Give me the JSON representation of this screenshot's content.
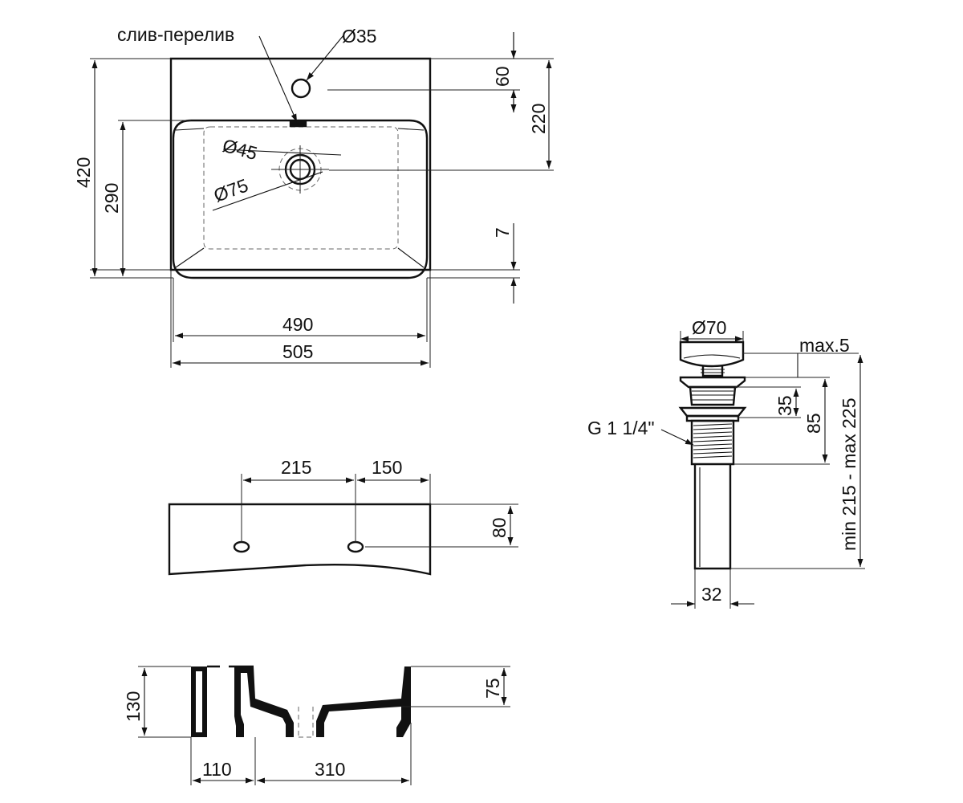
{
  "top_view": {
    "overflow_label": "слив-перелив",
    "tap_hole_diameter": "Ø35",
    "tap_hole_offset": "60",
    "drain_offset": "220",
    "overall_depth": "420",
    "bowl_depth": "290",
    "drain_inner_diameter": "Ø45",
    "drain_outer_diameter": "Ø75",
    "rim_offset": "7",
    "bowl_width": "490",
    "overall_width": "505"
  },
  "front_view": {
    "hole_spacing": "215",
    "hole_edge_offset": "150",
    "hole_height": "80"
  },
  "section_view": {
    "overall_height": "130",
    "bowl_depth": "75",
    "wall_offset": "110",
    "bowl_length": "310"
  },
  "drain_detail": {
    "cap_diameter": "Ø70",
    "cap_gap": "max.5",
    "body_height_upper": "35",
    "body_height": "85",
    "thread": "G 1 1/4\"",
    "total_length": "min 215 - max 225",
    "pipe_diameter": "32"
  }
}
